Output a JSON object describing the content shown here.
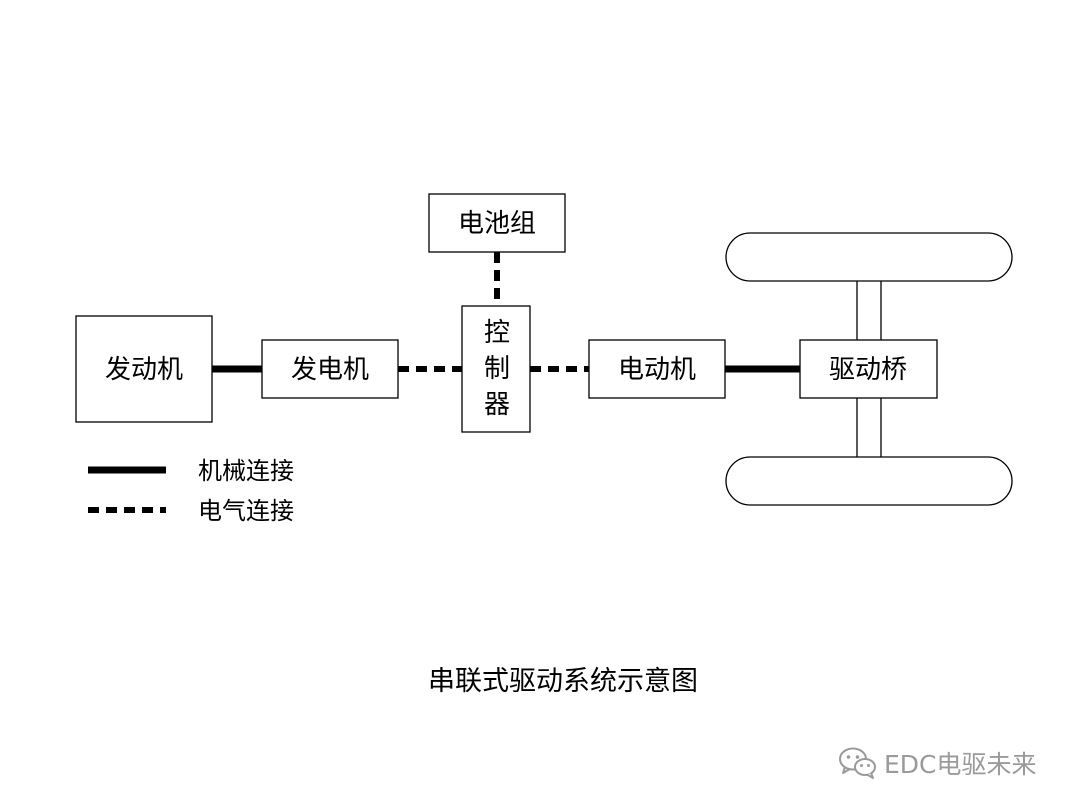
{
  "nodes": {
    "engine": "发动机",
    "generator": "发电机",
    "battery": "电池组",
    "controller": [
      "控",
      "制",
      "器"
    ],
    "motor": "电动机",
    "drive_axle": "驱动桥"
  },
  "legend": {
    "mechanical": "机械连接",
    "electrical": "电气连接"
  },
  "caption": "串联式驱动系统示意图",
  "watermark": {
    "text": "EDC电驱未来",
    "icon": "wechat-icon",
    "color": "#9a9a9a"
  },
  "colors": {
    "line": "#000000",
    "background": "#ffffff"
  }
}
